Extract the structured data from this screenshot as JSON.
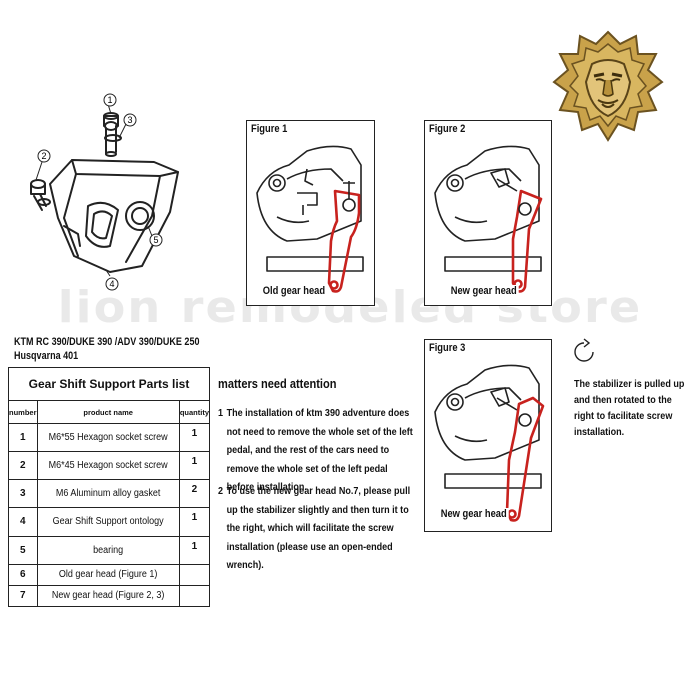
{
  "watermark": "lion remodeled store",
  "exploded_view": {
    "callouts": [
      "1",
      "3",
      "2",
      "5",
      "4"
    ]
  },
  "figures": [
    {
      "title": "Figure 1",
      "caption": "Old gear head"
    },
    {
      "title": "Figure 2",
      "caption": "New gear head"
    },
    {
      "title": "Figure 3",
      "caption": "New gear head"
    }
  ],
  "models": {
    "line1": "KTM RC 390/DUKE 390 /ADV 390/DUKE 250",
    "line2": "Husqvarna 401"
  },
  "parts_table": {
    "title": "Gear Shift Support Parts list",
    "headers": [
      "number",
      "product name",
      "quantity"
    ],
    "rows": [
      {
        "number": "1",
        "name": "M6*55 Hexagon socket screw",
        "qty": "1"
      },
      {
        "number": "2",
        "name": "M6*45 Hexagon socket screw",
        "qty": "1"
      },
      {
        "number": "3",
        "name": "M6 Aluminum alloy gasket",
        "qty": "2"
      },
      {
        "number": "4",
        "name": "Gear Shift Support ontology",
        "qty": "1"
      },
      {
        "number": "5",
        "name": "bearing",
        "qty": "1"
      },
      {
        "number": "6",
        "name": "Old gear head (Figure 1)",
        "qty": ""
      },
      {
        "number": "7",
        "name": "New gear head (Figure 2, 3)",
        "qty": ""
      }
    ]
  },
  "notes": {
    "title": "matters need attention",
    "items": [
      {
        "number": "1",
        "text": "The installation of ktm 390 adventure does not need to remove the whole set of the left pedal, and the rest of the cars need to remove the whole set of the left pedal before installation."
      },
      {
        "number": "2",
        "text": "To use the new gear head No.7, please pull up the stabilizer slightly and then turn it to the right, which will facilitate the screw installation (please use an open-ended wrench)."
      }
    ]
  },
  "side_note": "The stabilizer is pulled up and then rotated to the right to facilitate screw installation.",
  "colors": {
    "lever_red": "#c8221e",
    "logo_gold": "#c9a24a",
    "logo_dark": "#6b5220"
  }
}
